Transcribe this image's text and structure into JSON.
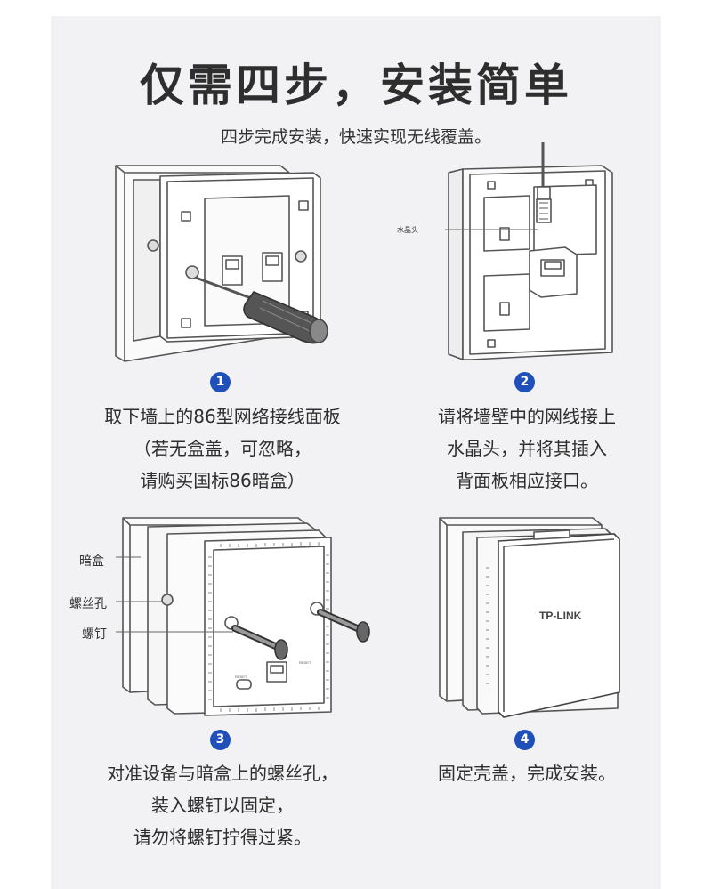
{
  "header": {
    "title": "仅需四步，安装简单",
    "subtitle": "四步完成安装，快速实现无线覆盖。"
  },
  "steps": [
    {
      "number": "1",
      "lines": [
        "取下墙上的86型网络接线面板",
        "（若无盒盖，可忽略，",
        "请购买国标86暗盒）"
      ]
    },
    {
      "number": "2",
      "callout": "水晶头",
      "lines": [
        "请将墙壁中的网线接上",
        "水晶头，并将其插入",
        "背面板相应接口。"
      ]
    },
    {
      "number": "3",
      "callouts": [
        "暗盒",
        "螺丝孔",
        "螺钉"
      ],
      "board_labels": [
        "RESET",
        "RESET"
      ],
      "lines": [
        "对准设备与暗盒上的螺丝孔，",
        "装入螺钉以固定，",
        "请勿将螺钉拧得过紧。"
      ]
    },
    {
      "number": "4",
      "brand": "TP-LINK",
      "lines": [
        "固定壳盖，完成安装。"
      ]
    }
  ],
  "colors": {
    "badge": "#1f4fb8",
    "panel": "#f2f2f4",
    "line": "#555555"
  }
}
